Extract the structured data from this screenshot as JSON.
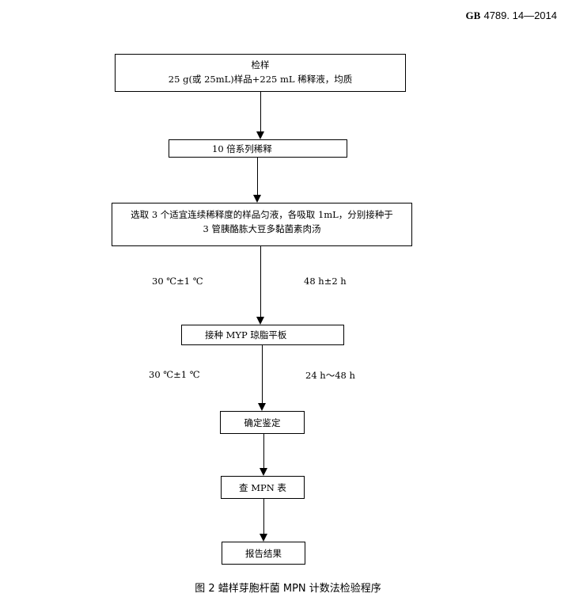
{
  "header": {
    "std_code": "GB",
    "std_number": "4789. 14—2014"
  },
  "flow": {
    "step1_line1": "检样",
    "step1_line2": "25 g(或 25mL)样品+225 mL 稀释液，均质",
    "step2": "10 倍系列稀释",
    "step3_line1": "选取 3 个适宜连续稀释度的样品匀液，各吸取 1mL，分别接种于",
    "step3_line2": "3 管胰酪胨大豆多黏菌素肉汤",
    "cond1_temp": "30 ℃±1 ℃",
    "cond1_time": "48 h±2 h",
    "step4": "接种 MYP 琼脂平板",
    "cond2_temp": "30 ℃±1 ℃",
    "cond2_time": "24 h～48 h",
    "step5": "确定鉴定",
    "step6": "查 MPN 表",
    "step7": "报告结果"
  },
  "caption": "图 2  蜡样芽胞杆菌 MPN 计数法检验程序"
}
